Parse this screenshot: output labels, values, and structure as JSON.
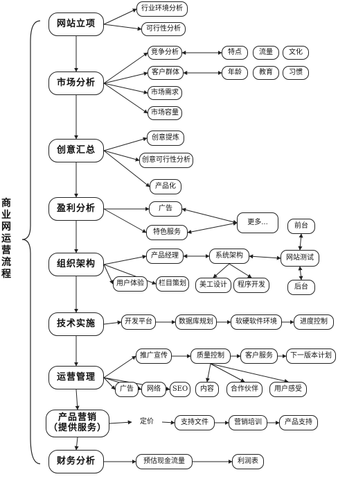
{
  "diagram": {
    "title": "商业网运营流程",
    "sections": [
      {
        "id": "s1",
        "label": "网站立项",
        "items": [
          {
            "id": "s1_1",
            "label": "行业环境分析"
          },
          {
            "id": "s1_2",
            "label": "可行性分析"
          }
        ]
      },
      {
        "id": "s2",
        "label": "市场分析",
        "items": [
          {
            "id": "s2_1",
            "label": "竞争分析"
          },
          {
            "id": "s2_2",
            "label": "客户群体"
          },
          {
            "id": "s2_3",
            "label": "市场需求"
          },
          {
            "id": "s2_4",
            "label": "市场容量"
          },
          {
            "id": "s2_5",
            "label": "特点"
          },
          {
            "id": "s2_6",
            "label": "流量"
          },
          {
            "id": "s2_7",
            "label": "文化"
          },
          {
            "id": "s2_8",
            "label": "年龄"
          },
          {
            "id": "s2_9",
            "label": "教育"
          },
          {
            "id": "s2_10",
            "label": "习惯"
          }
        ]
      },
      {
        "id": "s3",
        "label": "创意汇总",
        "items": [
          {
            "id": "s3_1",
            "label": "创意提炼"
          },
          {
            "id": "s3_2",
            "label": "创意可行性分析"
          },
          {
            "id": "s3_3",
            "label": "产品化"
          }
        ]
      },
      {
        "id": "s4",
        "label": "盈利分析",
        "items": [
          {
            "id": "s4_1",
            "label": "广告"
          },
          {
            "id": "s4_2",
            "label": "特色服务"
          },
          {
            "id": "s4_3",
            "label": "更多..."
          }
        ]
      },
      {
        "id": "s5",
        "label": "组织架构",
        "items": [
          {
            "id": "s5_1",
            "label": "产品经理"
          },
          {
            "id": "s5_2",
            "label": "系统架构"
          },
          {
            "id": "s5_3",
            "label": "网站测试"
          },
          {
            "id": "s5_4",
            "label": "前台"
          },
          {
            "id": "s5_5",
            "label": "后台"
          },
          {
            "id": "s5_6",
            "label": "用户体验"
          },
          {
            "id": "s5_7",
            "label": "栏目策划"
          },
          {
            "id": "s5_8",
            "label": "美工设计"
          },
          {
            "id": "s5_9",
            "label": "程序开发"
          }
        ]
      },
      {
        "id": "s6",
        "label": "技术实施",
        "items": [
          {
            "id": "s6_1",
            "label": "开发平台"
          },
          {
            "id": "s6_2",
            "label": "数据库规划"
          },
          {
            "id": "s6_3",
            "label": "软硬软件环境"
          },
          {
            "id": "s6_4",
            "label": "进度控制"
          }
        ]
      },
      {
        "id": "s7",
        "label": "运营管理",
        "items": [
          {
            "id": "s7_1",
            "label": "推广宣传"
          },
          {
            "id": "s7_2",
            "label": "质量控制"
          },
          {
            "id": "s7_3",
            "label": "客户服务"
          },
          {
            "id": "s7_4",
            "label": "下一版本计划"
          },
          {
            "id": "s7_5",
            "label": "广告"
          },
          {
            "id": "s7_6",
            "label": "网络"
          },
          {
            "id": "s7_7",
            "label": "SEO"
          },
          {
            "id": "s7_8",
            "label": "内容"
          },
          {
            "id": "s7_9",
            "label": "合作伙伴"
          },
          {
            "id": "s7_10",
            "label": "用户感受"
          }
        ]
      },
      {
        "id": "s8",
        "label": "产品营销\n（提供服务）",
        "items": [
          {
            "id": "s8_1",
            "label": "定价"
          },
          {
            "id": "s8_2",
            "label": "支持文件"
          },
          {
            "id": "s8_3",
            "label": "营销培训"
          },
          {
            "id": "s8_4",
            "label": "产品支持"
          }
        ]
      },
      {
        "id": "s9",
        "label": "财务分析",
        "items": [
          {
            "id": "s9_1",
            "label": "预估现金流量"
          },
          {
            "id": "s9_2",
            "label": "利润表"
          }
        ]
      }
    ]
  },
  "colors": {
    "line": "#222222",
    "box_border": "#222222",
    "background": "#ffffff"
  }
}
